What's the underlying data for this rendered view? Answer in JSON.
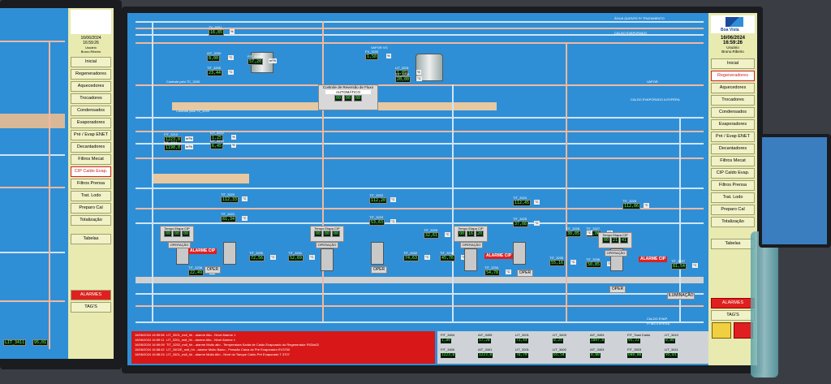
{
  "colors": {
    "screen": "#2f8fd6",
    "nav": "#e8eab0",
    "alarm": "#e02020",
    "pipe_hot": "#f2b8a0",
    "pipe_light": "#cfe4f6"
  },
  "header": {
    "logo_text": "Boa Vista",
    "date": "16/06/2024",
    "time": "16:59:26",
    "user_label": "Usuário",
    "user_name": "Bruno.Ribeiro"
  },
  "left_header": {
    "date": "16/06/2024",
    "time": "16:59:26",
    "user_label": "Usuário",
    "user_name": "Bruno.Ribeiro"
  },
  "nav": {
    "items": [
      "Inicial",
      "Regeneradores",
      "Aquecedores",
      "Trocadores",
      "Condensados",
      "Evaporadores",
      "Pré / Evap ENET",
      "Decantadores",
      "Filtros Mecat",
      "CIP Caldo Evap.",
      "Filtros Prensa",
      "Trat. Lodo",
      "Preparo Cal",
      "Totalização"
    ],
    "active": "Regeneradores",
    "tabelas": "Tabelas",
    "alarmes": "ALARMES",
    "tags": "TAG'S"
  },
  "left_nav": {
    "items": [
      "Inicial",
      "Regeneradores",
      "Aquecedores",
      "Trocadores",
      "Condensados",
      "Evaporadores",
      "Pré / Evap ENET",
      "Decantadores",
      "Filtros Mecat",
      "CIP Caldo Evap.",
      "Filtros Prensa",
      "Trat. Lodo",
      "Preparo Cal",
      "Totalização"
    ],
    "tabelas": "Tabelas",
    "alarmes": "ALARMES",
    "tags": "TAG'S"
  },
  "process": {
    "top_labels": [
      "ÁGUA QUENTE P/ TRATAMENTO",
      "CALDO EVAPORADO",
      "VAPOR",
      "CALDO EVAPORADO A ESPERA",
      "VAPOR VG"
    ],
    "control": {
      "title": "Controle de Reversão de Fluxo",
      "mode": "AUTOMÁTICO",
      "values": [
        "00",
        "00",
        "00"
      ]
    },
    "control_left": "Controle pelo TV_3200",
    "control_left2": "Controle pelo TC_3200",
    "values": [
      {
        "tag": "AIT_3200",
        "val": "8,00",
        "unit": "°C"
      },
      {
        "tag": "TIT_3200",
        "val": "23,44",
        "unit": "°C"
      },
      {
        "tag": "FIT_3200",
        "val": "57,20",
        "unit": "m³/h"
      },
      {
        "tag": "FV_3200",
        "val": "1,50",
        "unit": "%"
      },
      {
        "tag": "TV_3201",
        "val": "16,85",
        "unit": "%"
      },
      {
        "tag": "LIT_3201",
        "val": "1,09",
        "unit": "%"
      },
      {
        "tag": "TIT_3202",
        "val": "20,00",
        "unit": "°C"
      },
      {
        "tag": "FIT_3210",
        "val": "1223,0",
        "unit": "m³/h"
      },
      {
        "tag": "FIT_3211",
        "val": "1190,0",
        "unit": "m³/h"
      },
      {
        "tag": "LIT_3212",
        "val": "1,25",
        "unit": "%"
      },
      {
        "tag": "LIT_3213",
        "val": "6,45",
        "unit": "%"
      },
      {
        "tag": "TIT_3220",
        "val": "112,33",
        "unit": "°C"
      },
      {
        "tag": "TIT_3221",
        "val": "81,34",
        "unit": "°C"
      },
      {
        "tag": "TIT_3222",
        "val": "112,20",
        "unit": "°C"
      },
      {
        "tag": "TIT_3223",
        "val": "53,63",
        "unit": "°C"
      },
      {
        "tag": "TIT_3224",
        "val": "112,45",
        "unit": "°C"
      },
      {
        "tag": "TIT_3225",
        "val": "37,08",
        "unit": "°C"
      },
      {
        "tag": "TIT_3226",
        "val": "112,06",
        "unit": "°C"
      },
      {
        "tag": "TIT_3227",
        "val": "32,06",
        "unit": "°C"
      },
      {
        "tag": "TIT_3228",
        "val": "30,05",
        "unit": "°C"
      },
      {
        "tag": "TIT_3229",
        "val": "32,61",
        "unit": "°C"
      },
      {
        "tag": "TIT_3230",
        "val": "72,56",
        "unit": "°C"
      },
      {
        "tag": "TIT_3231",
        "val": "52,69",
        "unit": "°C"
      },
      {
        "tag": "TIT_3232",
        "val": "74,63",
        "unit": "°C"
      },
      {
        "tag": "TIT_3233",
        "val": "45,76",
        "unit": "°C"
      },
      {
        "tag": "TIT_3234",
        "val": "54,78",
        "unit": "°C"
      },
      {
        "tag": "TIT_3235",
        "val": "55,16",
        "unit": "°C"
      },
      {
        "tag": "TIT_3236",
        "val": "50,85",
        "unit": "°C"
      },
      {
        "tag": "TIT_3237",
        "val": "81,54",
        "unit": "°C"
      },
      {
        "tag": "TIT_3238",
        "val": "22,49",
        "unit": "°C"
      }
    ],
    "timers": [
      {
        "title": "Tempo Etapa CIP",
        "vals": [
          "00",
          "00",
          "00"
        ]
      },
      {
        "title": "Tempo Etapa CIP",
        "vals": [
          "00",
          "00",
          "00"
        ]
      },
      {
        "title": "Tempo Etapa CIP",
        "vals": [
          "00",
          "16",
          "20"
        ]
      },
      {
        "title": "Tempo Etapa CIP",
        "vals": [
          "00",
          "21",
          "41"
        ]
      }
    ],
    "oper": "OPER",
    "operacao": "OPERAÇÃO",
    "alarme_cip": "ALARME CIP",
    "iluminacao": "ILUMINAÇÃO",
    "bottom_labels": [
      "CALDO EVAP.",
      "P/ MS ESPERA"
    ]
  },
  "alarms": [
    {
      "ts": "16/06/2024 16:59:56",
      "text": "LIT_3201_mdl_hh - alarme Alto - Nível Alarme 1"
    },
    {
      "ts": "16/06/2024 16:59:11",
      "text": "LIT_3201_mdl_hh - alarme Alto - Nível Alarme 1"
    },
    {
      "ts": "16/06/2024 16:59:09",
      "text": "TIT_3202_mdl_hh - alarme Muito alto - Temperatura Saída de Caldo Evaporado do Regenerador R03/a02"
    },
    {
      "ts": "16/06/2024 16:58:42",
      "text": "LIT_3402E_mdl_hh - alarme Muito Baixo - Pressão Caixa do Pré Evaporador EV3700"
    },
    {
      "ts": "16/06/2024 16:58:24",
      "text": "LIT_3401_mdl_hh - alarme Muito Alto - Nível do Tanque Caldo Pré Evaporado T 3707"
    }
  ],
  "totals": {
    "headers": [
      "FIT_3404",
      "AIT_3405",
      "LIT_3201",
      "LIT_3403",
      "AIT_3403",
      "FIT_Total Caldo",
      "LIT_3410"
    ],
    "row1": [
      "1,89",
      "17,20",
      "73,44",
      "0,25",
      "1097,0",
      "95,31",
      "0,00"
    ],
    "headers2": [
      "FIT_3400",
      "AIT_3401",
      "LIT_3201",
      "LIT_3402",
      "AIT_3403",
      "FIT_3503",
      "LIT_3411"
    ],
    "row2": [
      "1223,0",
      "1223,0",
      "76,79",
      "65,54",
      "8,00",
      "688,00",
      "95,01"
    ]
  }
}
